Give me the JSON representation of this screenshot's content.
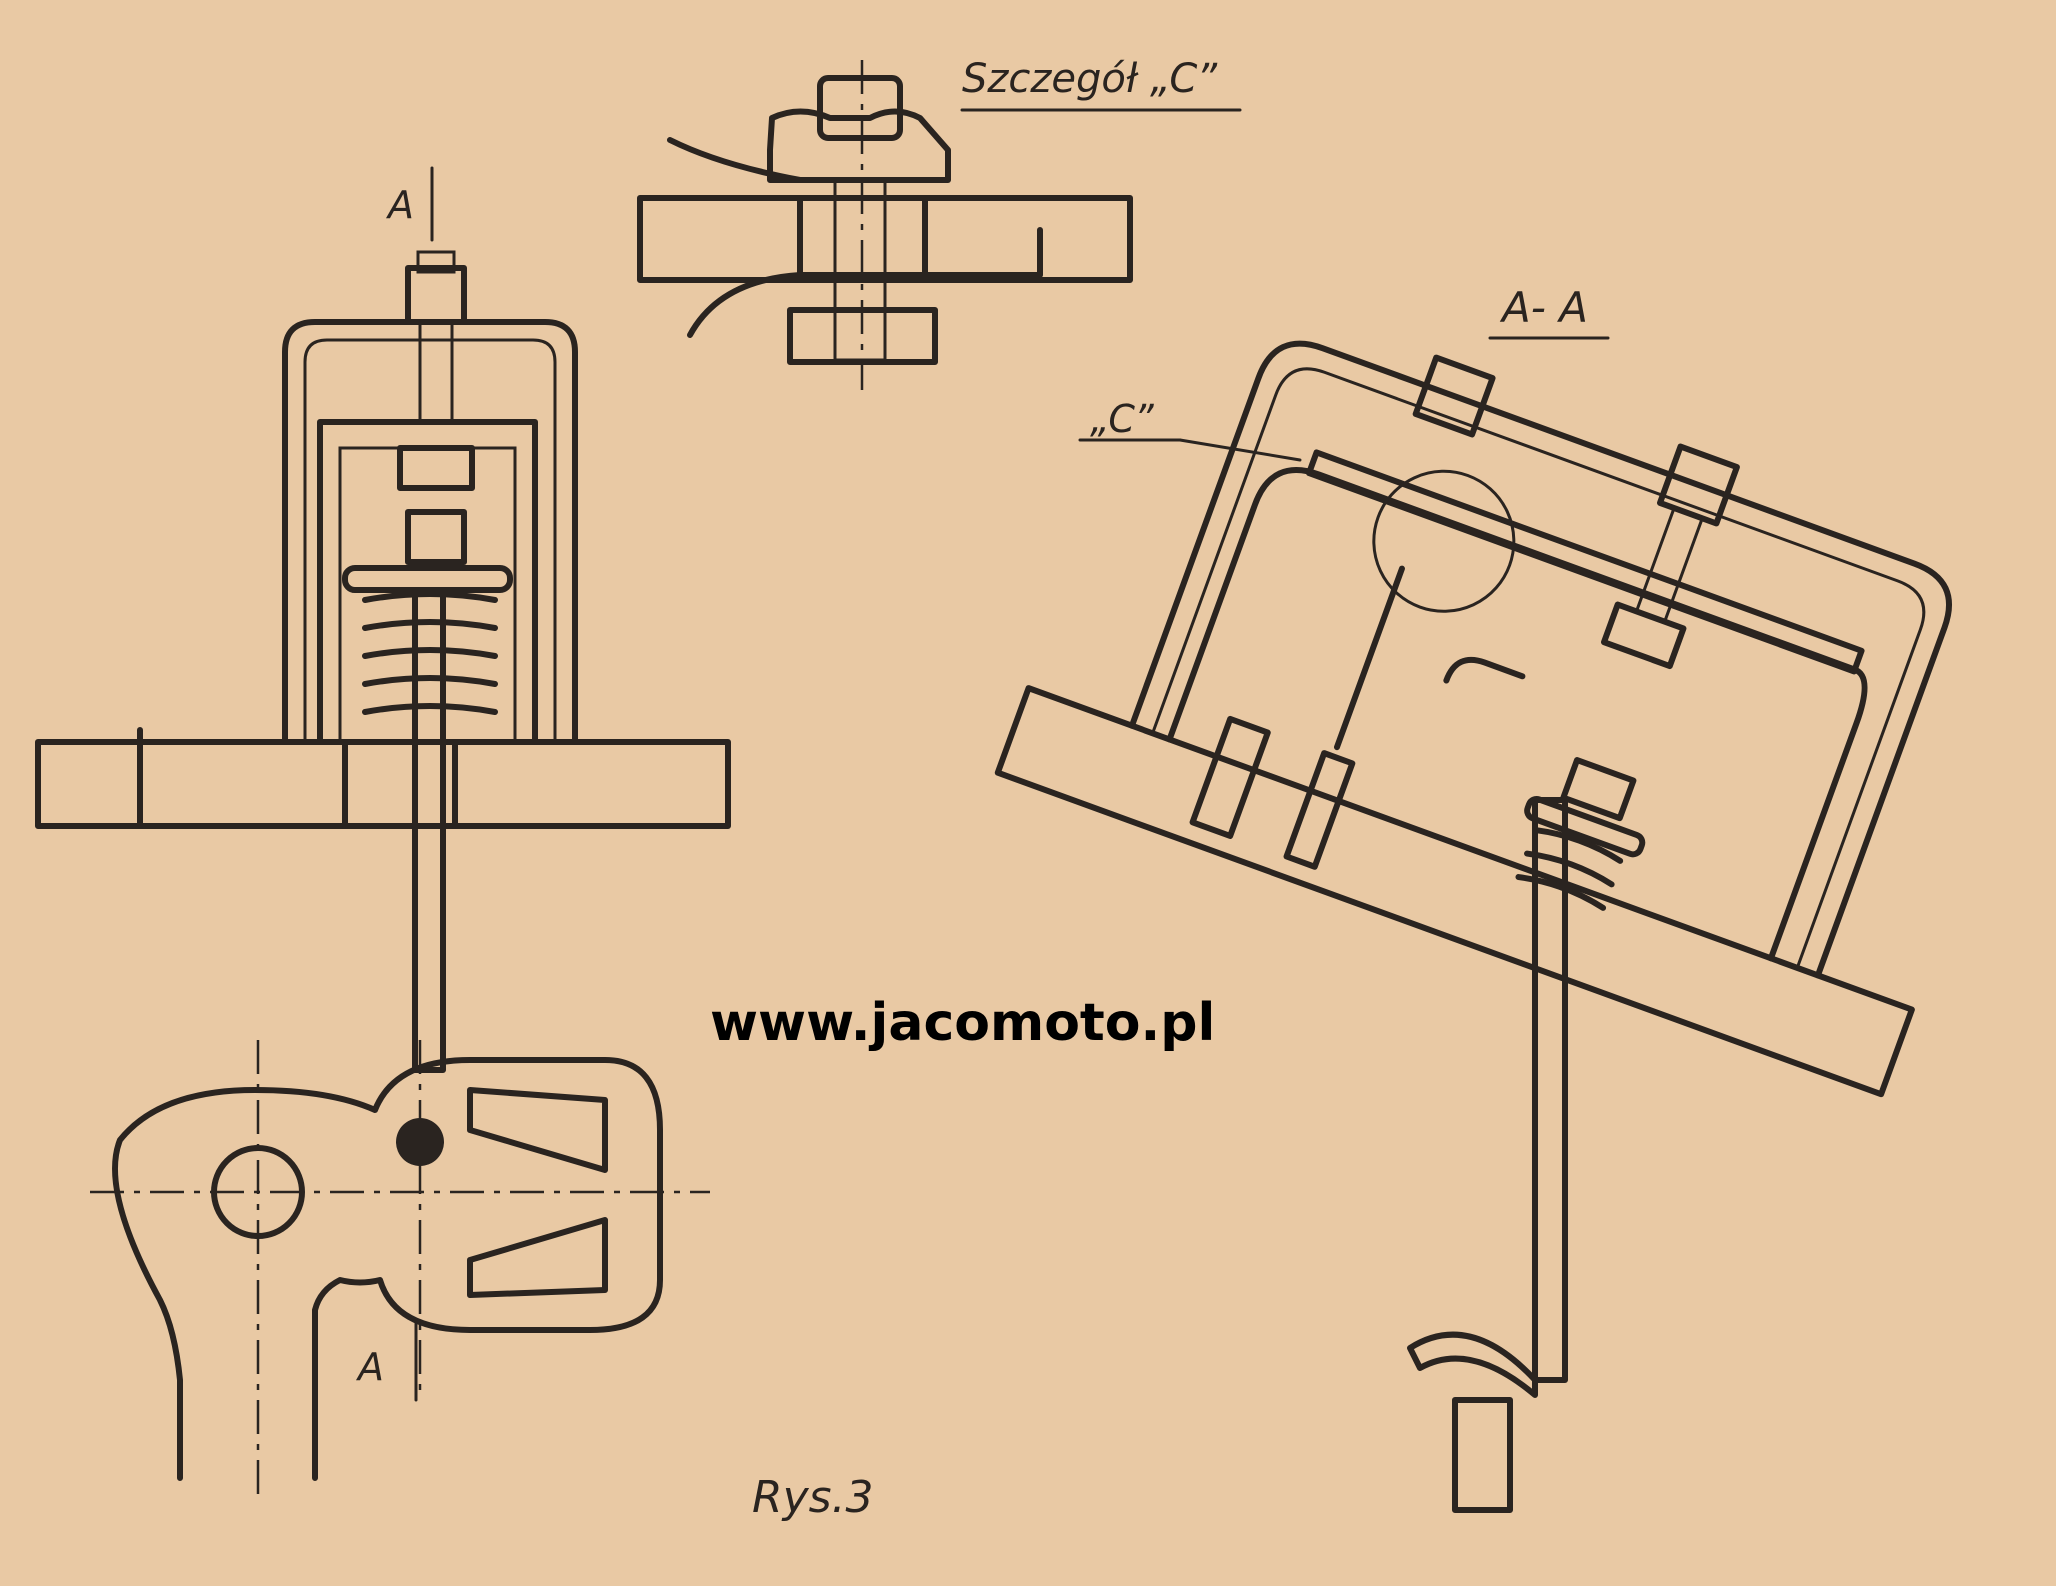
{
  "labels": {
    "detail_title": "Szczegół „C”",
    "section_title": "A- A",
    "section_mark_top": "A",
    "section_mark_bottom": "A",
    "detail_callout": "„C”",
    "figure_caption": "Rys.3"
  },
  "watermark": "www.jacomoto.pl",
  "colors": {
    "paper": "#e9c9a4",
    "ink": "#2a2420"
  }
}
